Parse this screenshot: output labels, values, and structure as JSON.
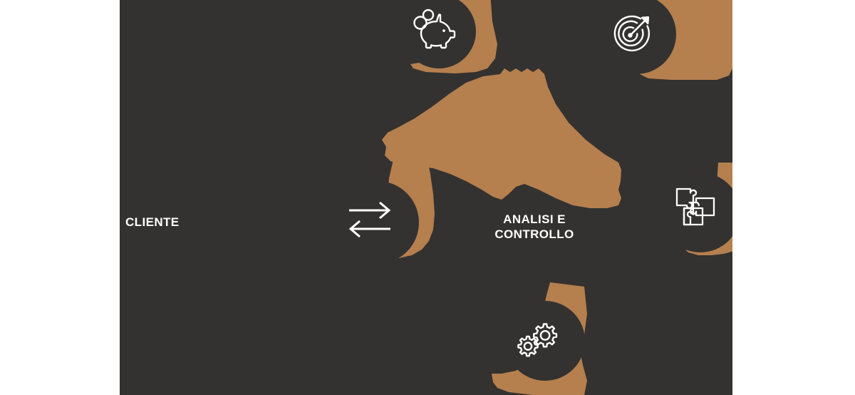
{
  "diagram": {
    "title_center": "ANALISI E\nCONTROLLO",
    "label_left": "CLIENTE",
    "colors": {
      "background": "#ffffff",
      "panel": "#333230",
      "accent_bronze": "#B57F4E",
      "text": "#ffffff"
    }
  },
  "nodes": [
    {
      "id": "savings",
      "icon": "piggy-bank-icon",
      "label": ""
    },
    {
      "id": "goal",
      "icon": "target-arrow-icon",
      "label": ""
    },
    {
      "id": "exchange",
      "icon": "exchange-arrows-icon",
      "label": ""
    },
    {
      "id": "integration",
      "icon": "puzzle-pieces-icon",
      "label": ""
    },
    {
      "id": "process",
      "icon": "gears-icon",
      "label": ""
    }
  ]
}
